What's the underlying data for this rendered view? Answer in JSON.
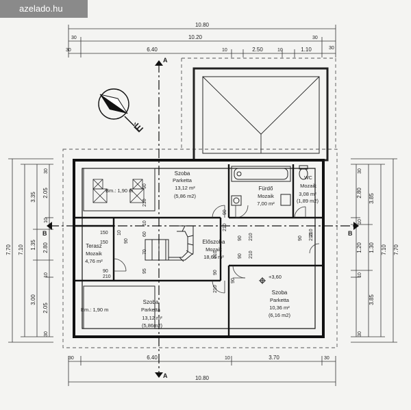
{
  "watermark": "azelado.hu",
  "dims_top": {
    "overall": "10.80",
    "second": "10.20",
    "third": [
      "30",
      "6.40",
      "10",
      "2.50",
      "10",
      "1.10",
      "30"
    ],
    "left_30": "30",
    "right_30": "30"
  },
  "dims_bottom": {
    "segments": [
      "30",
      "6.40",
      "10",
      "3.70",
      "30"
    ],
    "overall": "10.80"
  },
  "dims_left": {
    "outer": [
      "7.70"
    ],
    "second": [
      "7.10"
    ],
    "third": [
      "3.35",
      "1.35",
      "3.00"
    ],
    "fourth": [
      "30",
      "2.05",
      "10",
      "2.80",
      "10",
      "2.05",
      "30"
    ]
  },
  "dims_right": {
    "outer": [
      "7.10"
    ],
    "second": [
      "7.70"
    ],
    "third": [
      "3.85",
      "1.30",
      "3.85"
    ],
    "fourth": [
      "30",
      "2.80",
      "10",
      "1.20",
      "10",
      "30"
    ]
  },
  "section_marks": {
    "a": "A",
    "b": "B"
  },
  "north_label": "É",
  "rooms": {
    "szoba_top": {
      "name": "Szoba",
      "floor": "Parketta",
      "area": "13,12 m²",
      "area2": "(5,86 m2)"
    },
    "balcony_top": {
      "label": "Bm.: 1,90 m"
    },
    "furdo": {
      "name": "Fürdő",
      "floor": "Mozaik",
      "area": "7,00 m²"
    },
    "wc": {
      "name": "WC",
      "floor": "Mozaik",
      "area": "3,08 m²",
      "area2": "(1,89 m2)"
    },
    "terasz": {
      "name": "Terasz",
      "floor": "Mozaik",
      "area": "4,76 m²"
    },
    "eloszoba": {
      "name": "Előszoba",
      "floor": "Mozaik",
      "area": "18,66 m²"
    },
    "szoba_bottom": {
      "name": "Szoba",
      "floor": "Parketta",
      "area": "13,12 m²",
      "area2": "(5,86m2)"
    },
    "balcony_bottom": {
      "label": "Bm.: 1,90 m"
    },
    "szoba_right": {
      "name": "Szoba",
      "floor": "Parketta",
      "area": "10,36 m²",
      "area2": "(6,16 m2)"
    }
  },
  "level_mark": "+3,60",
  "door_labels": [
    "210",
    "90",
    "90",
    "210",
    "90",
    "210",
    "90",
    "210",
    "90",
    "210",
    "90",
    "210",
    "150",
    "150",
    "90",
    "210",
    "95",
    "70",
    "60",
    "10",
    "10",
    "90",
    "210",
    "90",
    "210"
  ]
}
